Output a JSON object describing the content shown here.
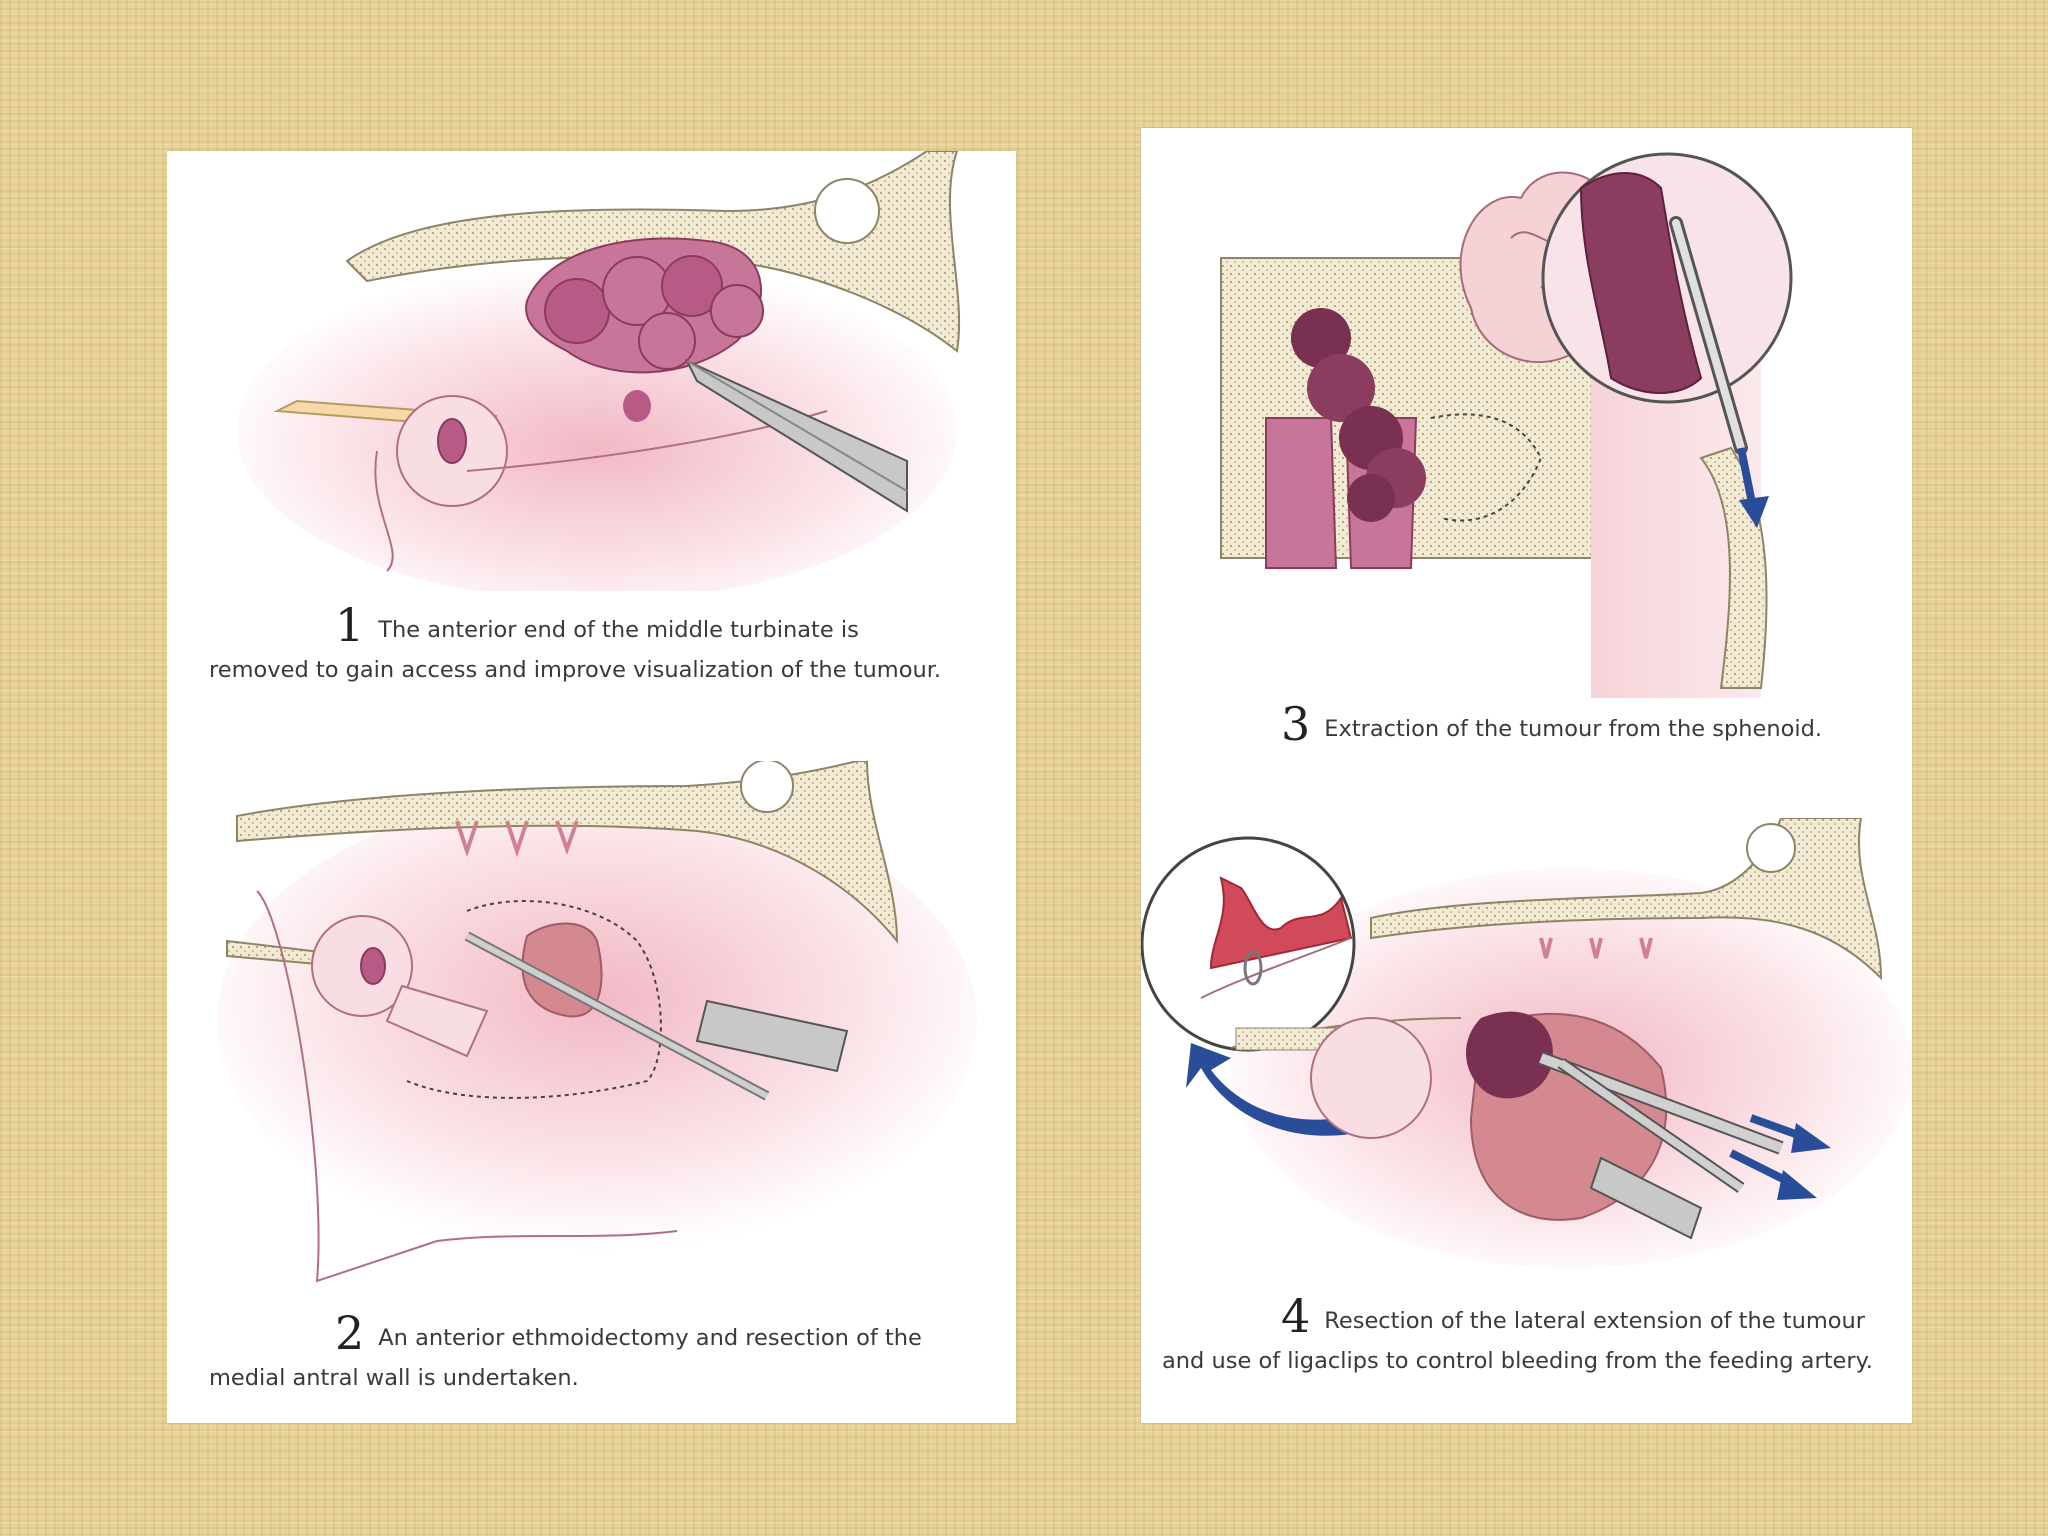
{
  "panels": [
    {
      "number": "1",
      "caption_line1": "The anterior end of the middle turbinate is",
      "caption_line2": "removed to gain access and improve visualization of the tumour."
    },
    {
      "number": "2",
      "caption_line1": "An anterior ethmoidectomy and resection of the",
      "caption_line2": "medial antral wall is undertaken."
    },
    {
      "number": "3",
      "caption_line1": "Extraction of the tumour from the sphenoid.",
      "caption_line2": ""
    },
    {
      "number": "4",
      "caption_line1": "Resection of the lateral extension of the tumour",
      "caption_line2": "and use of ligaclips to control bleeding from the feeding artery."
    }
  ],
  "colors": {
    "background": "#e8d49a",
    "bone": "#f2ead2",
    "tissue": "#f5c9cf",
    "tumour": "#b85a86",
    "tumour_dark": "#7a3050",
    "instrument": "#c8c8c8",
    "arrow": "#2a4d9a"
  }
}
